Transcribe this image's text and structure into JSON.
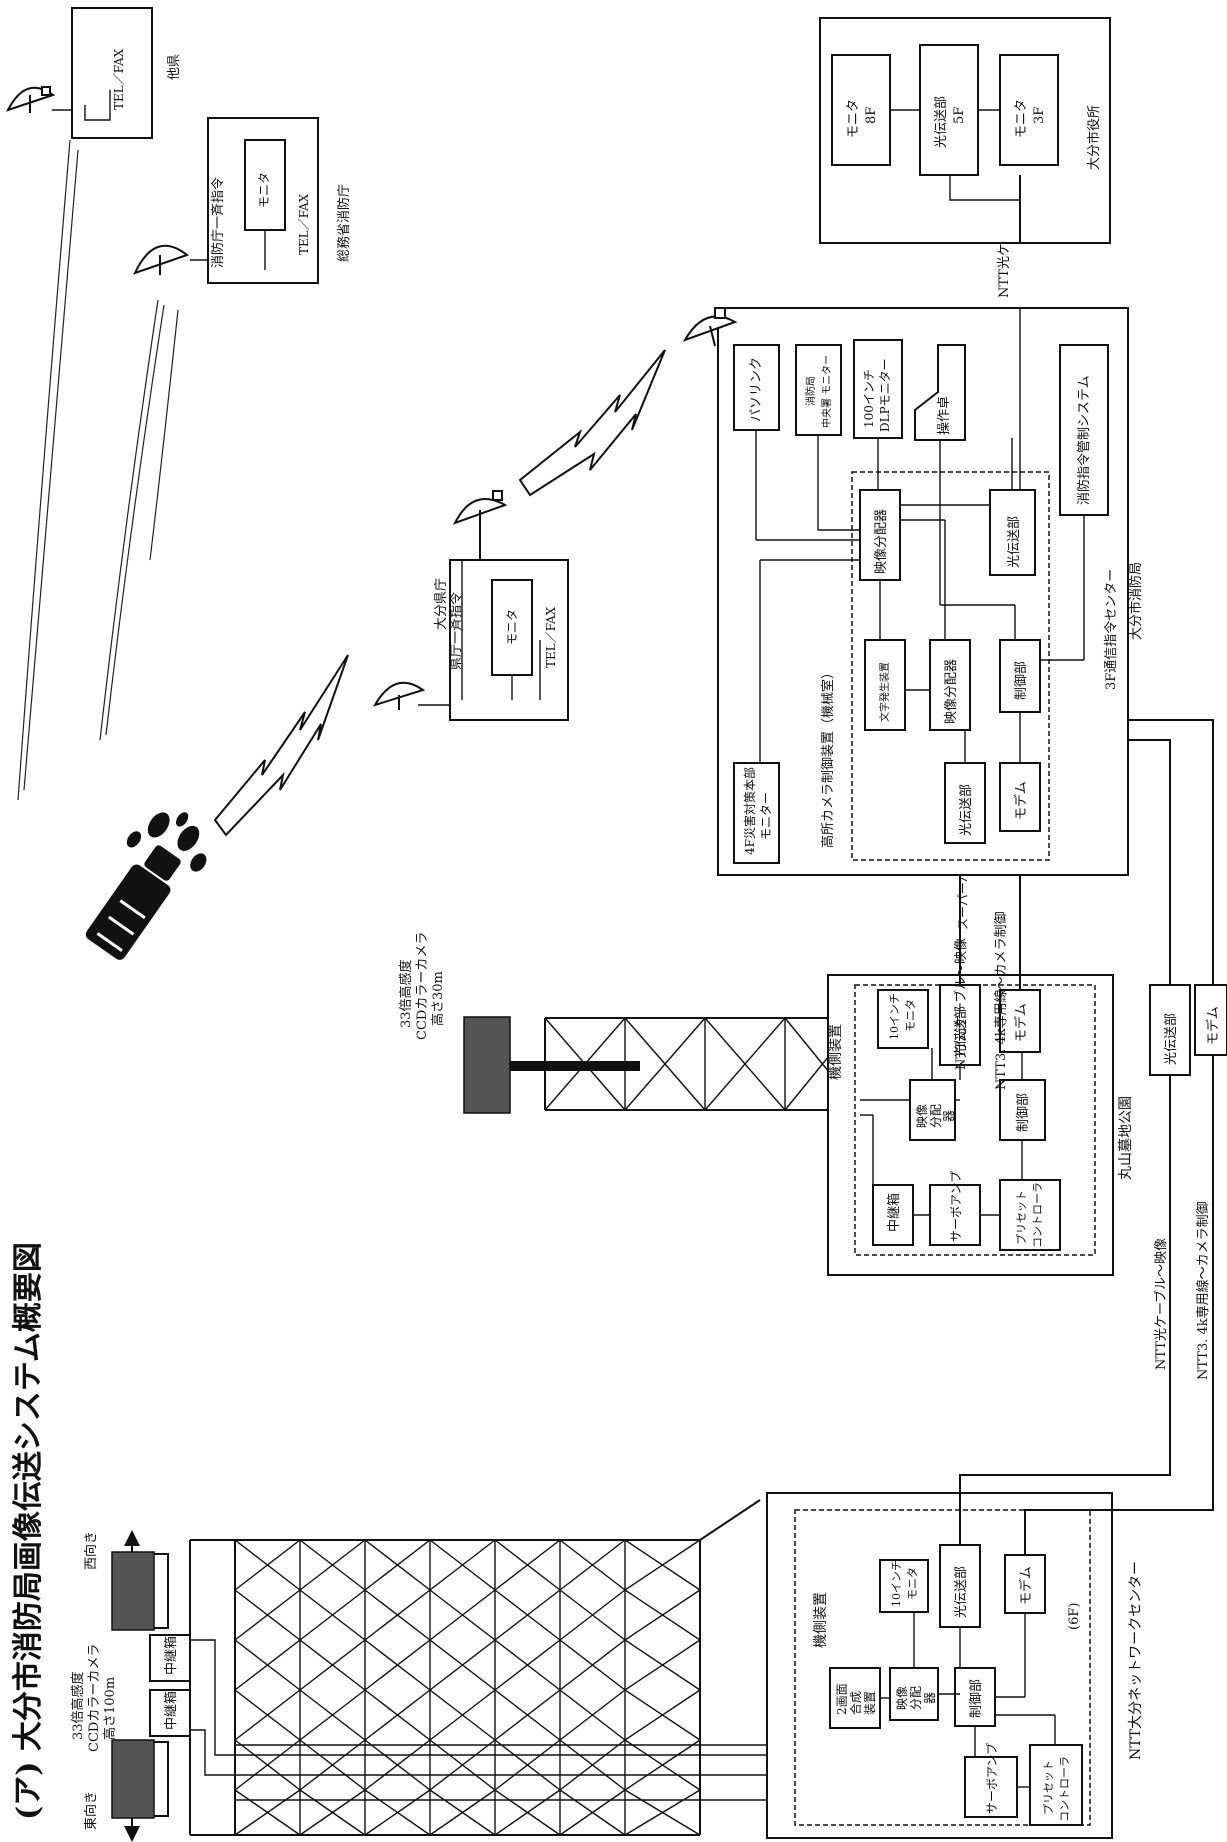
{
  "title": "(ア) 大分市消防局画像伝送システム概要図",
  "ntt_center": {
    "cam_desc": [
      "33倍高感度",
      "CCDカラーカメラ",
      "高さ100m"
    ],
    "east": "東向き",
    "west": "西向き",
    "relay": "中継箱",
    "equipment": "機側装置",
    "floor": "(6F)",
    "servo": "サーボアンプ",
    "preset": [
      "プリセット",
      "コントローラ"
    ],
    "composite": [
      "2画面",
      "合成",
      "装置"
    ],
    "video_dist": [
      "映像",
      "分配",
      "器"
    ],
    "control": "制御部",
    "monitor10": [
      "10インチ",
      "モニタ"
    ],
    "optical": "光伝送部",
    "modem": "モデム",
    "name": "NTT大分ネットワークセンター"
  },
  "maruyama": {
    "cam_desc": [
      "33倍高感度",
      "CCDカラーカメラ",
      "高さ30m"
    ],
    "equipment": "機側装置",
    "relay": "中継箱",
    "servo": "サーボアンプ",
    "preset": [
      "プリセット",
      "コントローラ"
    ],
    "video_dist": [
      "映像",
      "分配",
      "器"
    ],
    "control": "制御部",
    "monitor10": [
      "10インチ",
      "モニタ"
    ],
    "optical": "光伝送部",
    "modem": "モデム",
    "name": "丸山墓地公園"
  },
  "links": {
    "ntt_fiber": "NTT光ケーブル～映像",
    "ntt_line": "NTT3. 4k専用線～カメラ制御",
    "upper_fiber": "NTT光ケーブル～映像",
    "upper_line": "NTT3. 4k専用線～カメラ制御",
    "optical": "光伝送部",
    "modem": "モデム",
    "city_fiber": "NTT光ケーブル"
  },
  "satellite": "スーパーバードB",
  "fire_hq": {
    "disaster_monitor": [
      "4F災害対策本部",
      "モニター"
    ],
    "camera_ctrl_title": "高所カメラ制御装置（機械室）",
    "optical_a": "光伝送部",
    "modem": "モデム",
    "video_dist_a": "映像分配器",
    "char_gen": "文字発生装置",
    "control": "制御部",
    "video_dist_b": "映像分配器",
    "optical_b": "光伝送部",
    "pc_link": "パソリンク",
    "fire_monitor": [
      "消防局",
      "中央署 モニター"
    ],
    "dlp_monitor": [
      "100インチ",
      "DLPモニター"
    ],
    "console": "操作卓",
    "dispatch": "消防指令管制システム",
    "name1": "3F通信指令センター",
    "name2": "大分市消防局"
  },
  "pref": {
    "name": "大分県庁",
    "broadcast": "県庁一斉指令",
    "monitor": "モニタ",
    "telfax": "TEL／FAX"
  },
  "fdma": {
    "broadcast": "消防庁一斉指令",
    "monitor": "モニタ",
    "telfax": "TEL／FAX",
    "name": "総務省消防庁"
  },
  "other": {
    "telfax": "TEL／FAX",
    "name": "他県"
  },
  "city": {
    "mon8": [
      "モニタ",
      "8F"
    ],
    "optical": [
      "光伝送部",
      "5F"
    ],
    "mon3": [
      "モニタ",
      "3F"
    ],
    "name": "大分市役所"
  }
}
